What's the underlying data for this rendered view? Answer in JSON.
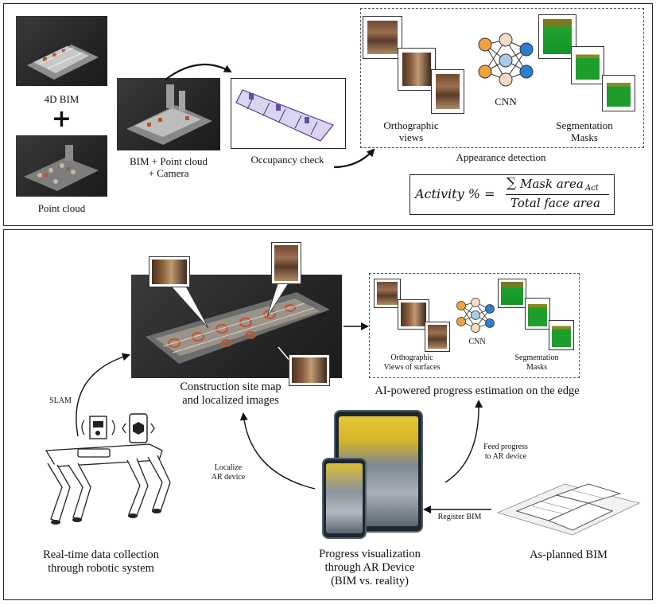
{
  "top": {
    "bim_4d_label": "4D BIM",
    "plus_symbol": "+",
    "point_cloud_label": "Point cloud",
    "bim_pc_cam_label_1": "BIM + Point cloud",
    "bim_pc_cam_label_2": "+ Camera",
    "occupancy_label": "Occupancy check",
    "ortho_label_1": "Orthographic",
    "ortho_label_2": "views",
    "cnn_label": "CNN",
    "seg_label_1": "Segmentation",
    "seg_label_2": "Masks",
    "appearance_label": "Appearance detection",
    "formula": {
      "lhs": "Activity % =",
      "sum_symbol": "∑",
      "numerator": "Mask area",
      "numerator_sub": "Act",
      "denominator": "Total face area"
    }
  },
  "bottom": {
    "site_map_label_1": "Construction site map",
    "site_map_label_2": "and localized images",
    "ai_label": "AI-powered progress estimation on the edge",
    "ortho_label_1": "Orthographic",
    "ortho_label_2": "Views of surfaces",
    "cnn_label": "CNN",
    "seg_label_1": "Segmentation",
    "seg_label_2": "Masks",
    "slam_label": "SLAM",
    "localize_label_1": "Localize",
    "localize_label_2": "AR device",
    "feed_label_1": "Feed progress",
    "feed_label_2": "to AR device",
    "register_label": "Register BIM",
    "robot_label_1": "Real-time data collection",
    "robot_label_2": "through robotic system",
    "progress_label_1": "Progress visualization",
    "progress_label_2": "through AR Device",
    "progress_label_3": "(BIM vs. reality)",
    "asplanned_label": "As-planned BIM"
  }
}
